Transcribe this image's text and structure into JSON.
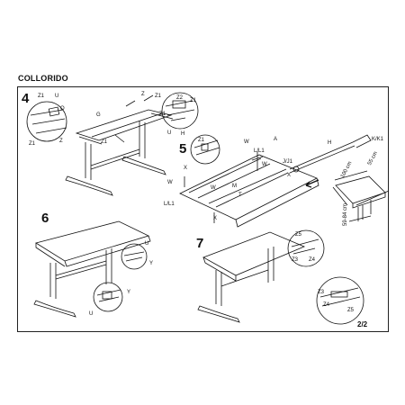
{
  "document": {
    "title": "COLLORIDO",
    "page": "2/2"
  },
  "steps": [
    {
      "number": "4",
      "labels": [
        "Z1",
        "U",
        "O",
        "G",
        "Z1",
        "Z",
        "Z1",
        "Z2",
        "Z1",
        "U",
        "H",
        "Z",
        "Z1",
        "Z1"
      ]
    },
    {
      "number": "5",
      "labels": [
        "W",
        "L/L1",
        "A",
        "W",
        "Z1",
        "X",
        "W",
        "M",
        "T",
        "X",
        "X",
        "L/L1",
        "J/J1",
        "H",
        "K/K1",
        "W"
      ]
    },
    {
      "number": "6",
      "labels": [
        "U",
        "Y",
        "U",
        "Y"
      ]
    },
    {
      "number": "7",
      "labels": [
        "Z5",
        "Z4",
        "Z3",
        "Z3",
        "Z4",
        "Z5"
      ]
    }
  ],
  "dimensions": {
    "depth": "55 cm",
    "width": "100 cm",
    "height": "59-84 cm"
  }
}
